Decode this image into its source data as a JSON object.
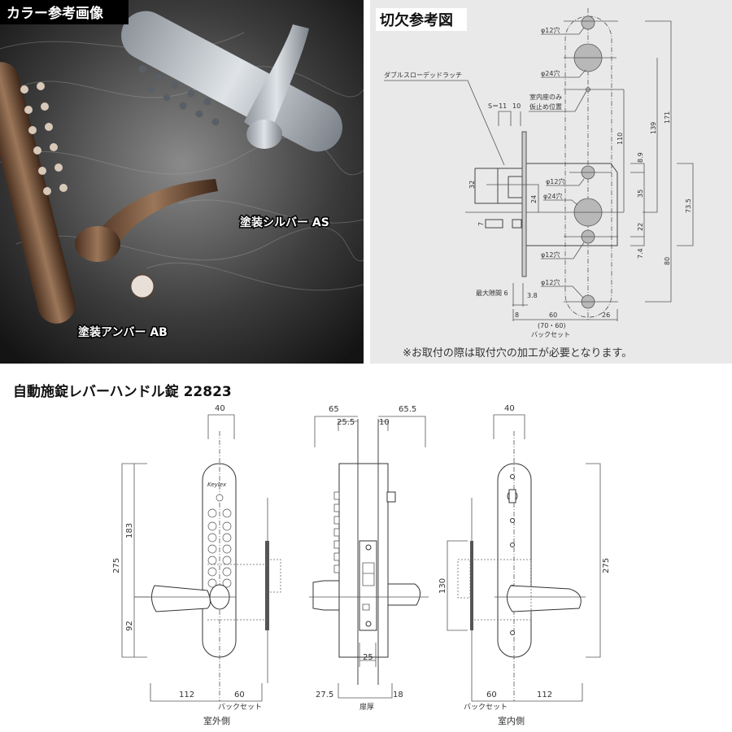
{
  "photo": {
    "title": "カラー参考画像",
    "label_silver": "塗装シルバー AS",
    "label_amber": "塗装アンバー AB",
    "colors": {
      "amber": "#7a5a44",
      "silver": "#b9bec4",
      "background": "#2a2a2a"
    }
  },
  "cutout": {
    "title": "切欠参考図",
    "latch_label": "ダブルスローデッドラッチ",
    "temp_stop_label_1": "室内座のみ",
    "temp_stop_label_2": "仮止め位置",
    "hole_12_a": "φ12穴",
    "hole_24_a": "φ24穴",
    "hole_12_b": "φ12穴",
    "hole_24_b": "φ24穴",
    "hole_12_c": "φ12穴",
    "hole_12_d": "φ12穴",
    "s_label": "S＝11",
    "dim_10": "10",
    "dim_32": "32",
    "dim_24": "24",
    "dim_7": "7",
    "dim_110": "110",
    "dim_139": "139",
    "dim_171": "171",
    "dim_8_9": "8.9",
    "dim_35": "35",
    "dim_22": "22",
    "dim_7_4": "7.4",
    "dim_73_5": "73.5",
    "dim_80": "80",
    "max_gap_label": "最大隙間 6",
    "dim_3_8": "3.8",
    "dim_8": "8",
    "dim_60": "60",
    "dim_26": "26",
    "backset_options": "(70・60)",
    "backset_label": "バックセット",
    "note": "※お取付の際は取付穴の加工が必要となります。"
  },
  "drawing": {
    "title": "自動施錠レバーハンドル錠 22823",
    "outside": {
      "width": "40",
      "height": "275",
      "upper": "183",
      "lower": "92",
      "lever": "112",
      "backset": "60",
      "backset_label": "バックセット",
      "side_label": "室外側"
    },
    "side": {
      "left": "65",
      "right": "65.5",
      "inner_left": "25.5",
      "inner_right": "10",
      "case_width": "25",
      "bottom_left": "27.5",
      "door_thickness": "扉厚",
      "bottom_right": "18"
    },
    "inside": {
      "width": "40",
      "height": "275",
      "plate": "130",
      "backset": "60",
      "lever": "112",
      "backset_label": "バックセット",
      "side_label": "室内側"
    }
  }
}
